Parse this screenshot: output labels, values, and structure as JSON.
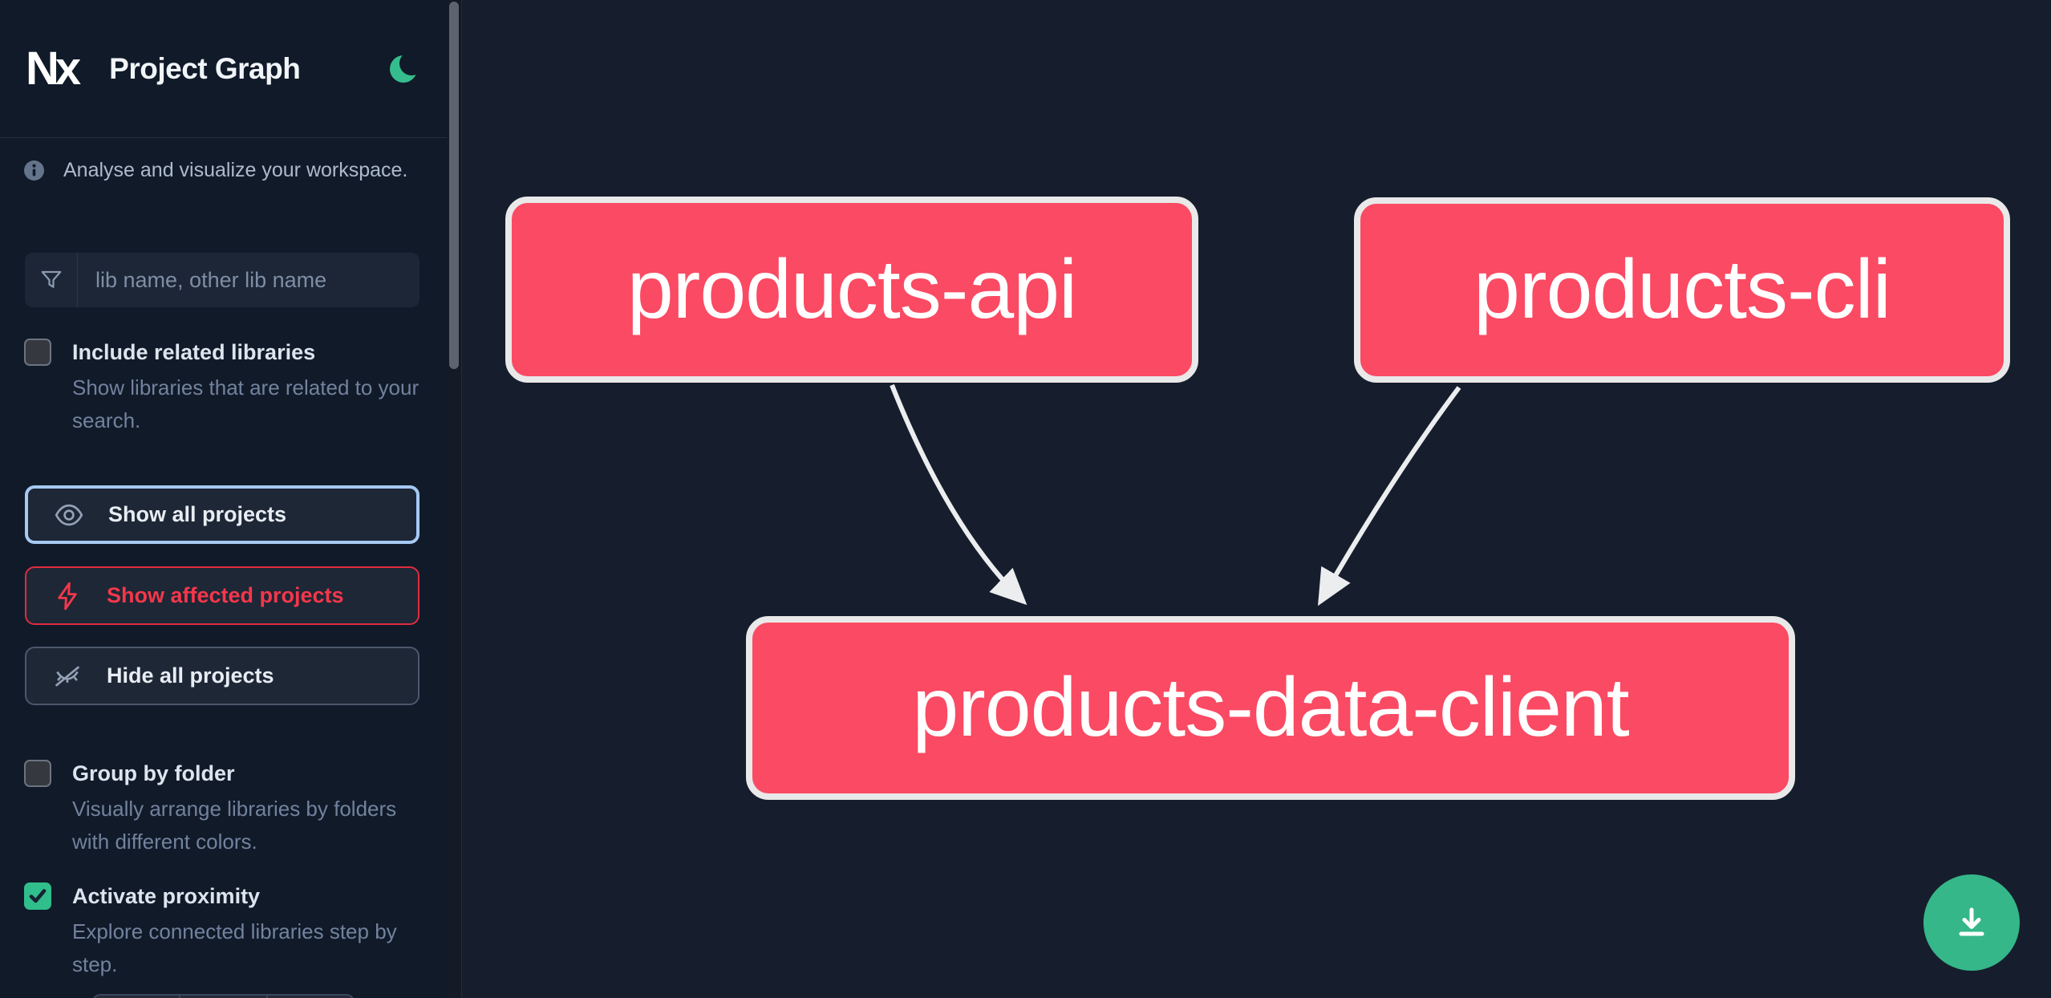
{
  "header": {
    "logo_text": "Nx",
    "title": "Project Graph",
    "theme_icon": "moon-icon",
    "moon_color": "#35bd8d"
  },
  "sidebar": {
    "info": {
      "text": "Analyse and visualize your workspace."
    },
    "search": {
      "placeholder": "lib name, other lib name",
      "value": "",
      "icon": "filter-funnel-icon"
    },
    "toggles": [
      {
        "label": "Include related libraries",
        "description": "Show libraries that are related to your search.",
        "checked": false
      },
      {
        "label": "Group by folder",
        "description": "Visually arrange libraries by folders with different colors.",
        "checked": false
      },
      {
        "label": "Activate proximity",
        "description": "Explore connected libraries step by step.",
        "checked": true
      }
    ],
    "actions": [
      {
        "label": "Show all projects",
        "icon": "eye-icon",
        "accent": "#a6c9f3"
      },
      {
        "label": "Show affected projects",
        "icon": "bolt-icon",
        "accent": "#f4374a"
      },
      {
        "label": "Hide all projects",
        "icon": "eye-off-icon",
        "accent": "#4b586c"
      }
    ]
  },
  "graph": {
    "node_color": "#fb4a63",
    "node_border_color": "#e9e9e9",
    "edge_color": "#ebedef",
    "nodes": [
      {
        "label": "products-api"
      },
      {
        "label": "products-cli"
      },
      {
        "label": "products-data-client"
      }
    ],
    "edges": [
      {
        "from": "products-api",
        "to": "products-data-client"
      },
      {
        "from": "products-cli",
        "to": "products-data-client"
      }
    ]
  },
  "fab": {
    "icon": "download-icon",
    "color": "#35b789"
  }
}
